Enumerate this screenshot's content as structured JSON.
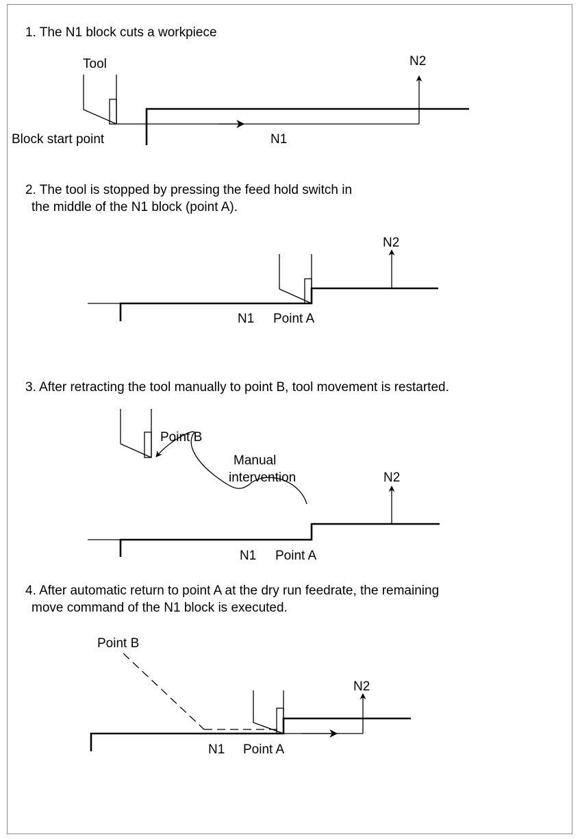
{
  "colors": {
    "line": "#000000",
    "frame": "#8a8a8a",
    "background": "#ffffff"
  },
  "steps": [
    {
      "caption": [
        "1. The N1 block cuts a workpiece"
      ],
      "labels": {
        "tool": "Tool",
        "start": "Block start point",
        "n1": "N1",
        "n2": "N2"
      }
    },
    {
      "caption": [
        "2. The tool is stopped by pressing the feed hold switch in",
        "the middle of the N1 block (point A)."
      ],
      "labels": {
        "n1": "N1",
        "point_a": "Point A",
        "n2": "N2"
      }
    },
    {
      "caption": [
        "3. After retracting the tool manually to point B, tool movement is restarted."
      ],
      "labels": {
        "point_b": "Point B",
        "manual_1": "Manual",
        "manual_2": "intervention",
        "n1": "N1",
        "point_a": "Point A",
        "n2": "N2"
      }
    },
    {
      "caption": [
        "4. After automatic return to point A at the dry run feedrate, the remaining",
        "move command of the N1 block is executed."
      ],
      "labels": {
        "point_b": "Point B",
        "n1": "N1",
        "point_a": "Point A",
        "n2": "N2"
      }
    }
  ]
}
